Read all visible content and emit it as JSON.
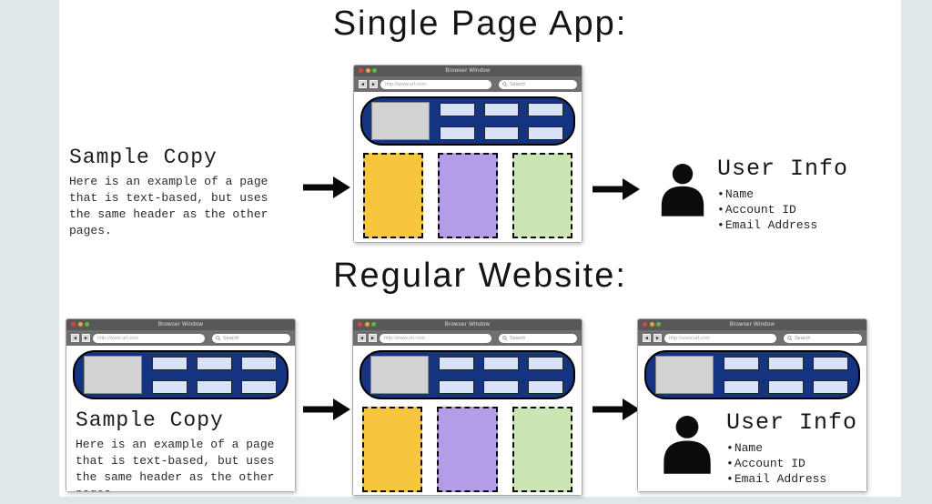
{
  "page": {
    "background_color": "#dfe7ea",
    "panel_color": "#ffffff"
  },
  "sections": {
    "spa": {
      "title": "Single Page App:"
    },
    "regular": {
      "title": "Regular Website:"
    }
  },
  "browser_chrome": {
    "window_title": "Browser Window",
    "back_glyph": "◄",
    "forward_glyph": "►",
    "url": "http://www.url.com",
    "search_label": "Search"
  },
  "sample_copy": {
    "heading": "Sample Copy",
    "body": "Here is an example of a page that is text-based, but uses the same header as the other pages."
  },
  "user_info": {
    "heading": "User Info",
    "items": [
      "Name",
      "Account ID",
      "Email Address"
    ]
  },
  "icons": {
    "window_controls": [
      "close-icon",
      "minimize-icon",
      "maximize-icon"
    ],
    "user": "user-silhouette-icon",
    "search": "magnifier-icon",
    "flow": "right-arrow-icon"
  },
  "colors": {
    "nav_bar": "#143380",
    "nav_item": "#d9e3f7",
    "logo_box": "#d2d2d2",
    "block_yellow": "#f8c63d",
    "block_purple": "#b39ce8",
    "block_green": "#cbe6b4",
    "titlebar": "#585858",
    "toolbar": "#6f6f6f"
  }
}
